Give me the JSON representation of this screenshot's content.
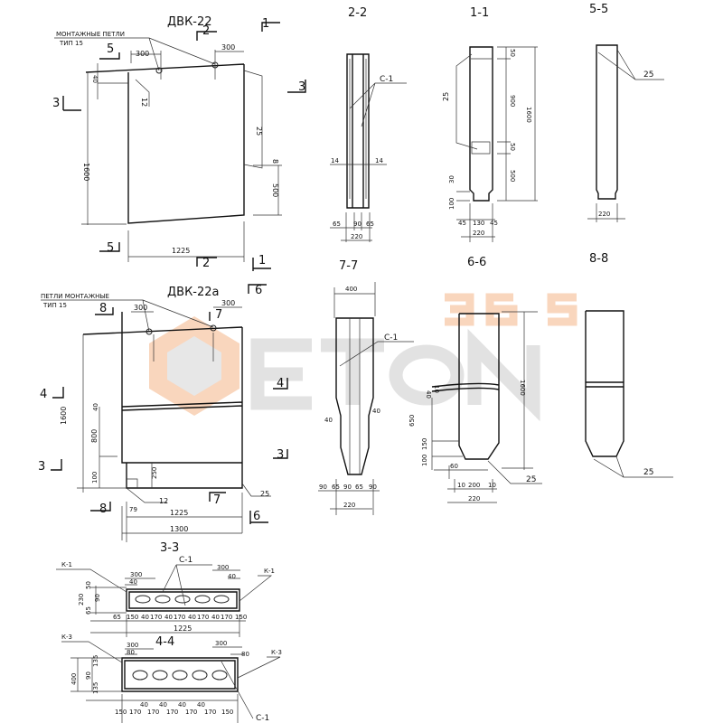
{
  "watermark": {
    "text_top": "365",
    "text_main": "ETON",
    "colors": {
      "orange": "#f7c9a8",
      "gray": "#d9d9d9"
    }
  },
  "dvk22": {
    "title": "ДВК-22",
    "leader_1": "МОНТАЖНЫЕ ПЕТЛИ",
    "leader_2": "ТИП 15",
    "dims": {
      "d300a": "300",
      "d300b": "300",
      "d1600": "1600",
      "d1225": "1225",
      "d25": "25",
      "d12": "12",
      "d500": "500",
      "d8": "8",
      "d40": "40"
    },
    "marks": {
      "s5": "5",
      "s2": "2",
      "s1": "1",
      "s3": "3"
    }
  },
  "sec22": {
    "title": "2-2",
    "c1": "С-1",
    "d14a": "14",
    "d14b": "14",
    "d65a": "65",
    "d90": "90",
    "d65b": "65",
    "d220": "220"
  },
  "sec11": {
    "title": "1-1",
    "d25": "25",
    "d50a": "50",
    "d900": "900",
    "d50b": "50",
    "d500": "500",
    "d1600": "1600",
    "d30": "30",
    "d100": "100",
    "d45a": "45",
    "d130": "130",
    "d45b": "45",
    "d220": "220"
  },
  "sec55": {
    "title": "5-5",
    "d25": "25",
    "d220": "220"
  },
  "sec77": {
    "title": "7-7",
    "d400": "400",
    "c1": "С-1",
    "d40a": "40",
    "d40b": "40",
    "b1": "90",
    "b2": "65",
    "b3": "90",
    "b4": "65",
    "b5": "90",
    "d220": "220"
  },
  "sec66": {
    "title": "6-6",
    "d40": "40",
    "d10a": "10",
    "d650": "650",
    "d150": "150",
    "d100": "100",
    "d60": "60",
    "d1600": "1600",
    "d10b": "10",
    "d200": "200",
    "d10c": "10",
    "d220": "220",
    "d25": "25"
  },
  "sec88": {
    "title": "8-8",
    "d25": "25"
  },
  "dvk22a": {
    "title": "ДВК-22а",
    "leader_1": "ПЕТЛИ МОНТАЖНЫЕ",
    "leader_2": "ТИП 15",
    "dims": {
      "d300a": "300",
      "d300b": "300",
      "d1600": "1600",
      "d800": "800",
      "d40": "40",
      "d100": "100",
      "d250": "250",
      "d12": "12",
      "d79": "79",
      "d1225": "1225",
      "d1300": "1300",
      "d25": "25"
    },
    "marks": {
      "s8": "8",
      "s7": "7",
      "s6": "6",
      "s4": "4",
      "s3": "3"
    }
  },
  "sec33": {
    "title": "3-3",
    "k1a": "К-1",
    "k1b": "К-1",
    "c1": "С-1",
    "d300a": "300",
    "d40a": "40",
    "d300b": "300",
    "d40b": "40",
    "d230": "230",
    "d50a": "50",
    "d90": "90",
    "d65": "65",
    "row": [
      "65",
      "150",
      "40",
      "170",
      "40",
      "170",
      "40",
      "170",
      "40",
      "170",
      "150"
    ],
    "d1225": "1225"
  },
  "sec44": {
    "title": "4-4",
    "k3a": "К-3",
    "k3b": "К-3",
    "c1": "С-1",
    "d300a": "300",
    "d80a": "80",
    "d300b": "300",
    "d80b": "80",
    "d400": "400",
    "d90": "90",
    "d135a": "135",
    "d135b": "135",
    "row": [
      "150",
      "170",
      "40",
      "170",
      "40",
      "170",
      "40",
      "170",
      "40",
      "170",
      "150"
    ]
  }
}
